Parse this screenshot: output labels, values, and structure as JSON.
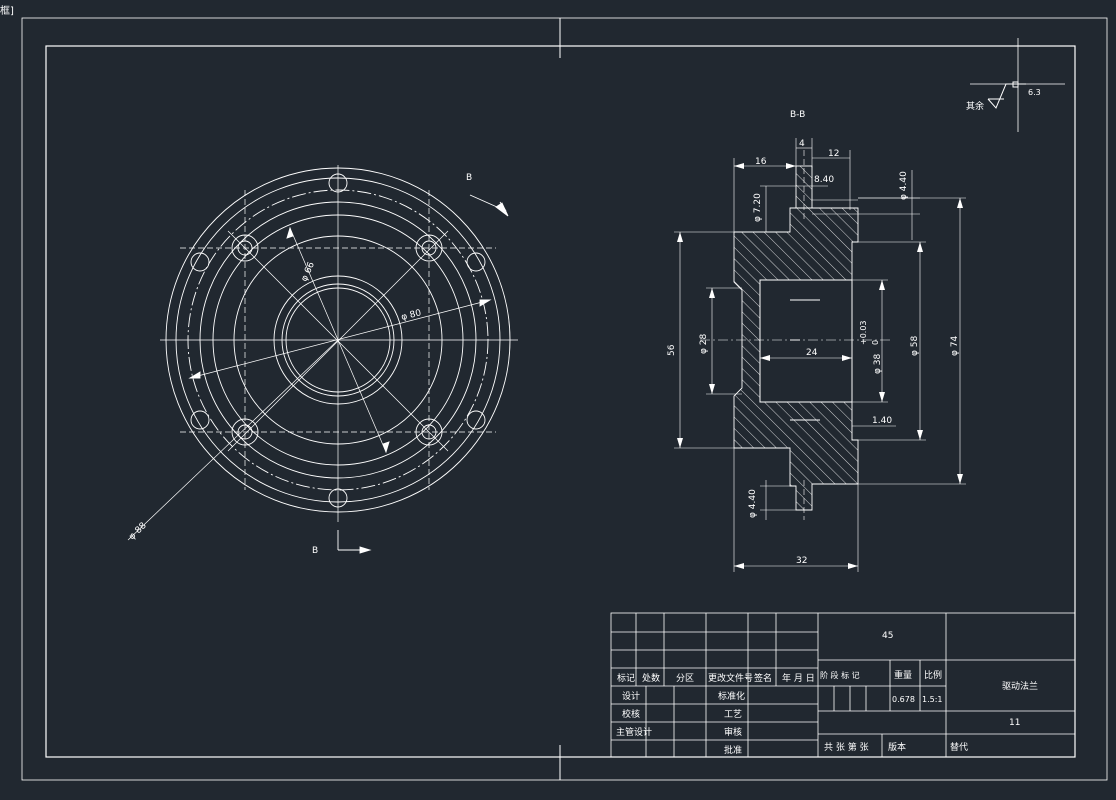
{
  "corner_label": "框]",
  "surface_finish": {
    "label": "其余",
    "value": "6.3"
  },
  "front_view": {
    "cut_letter_top": "B",
    "cut_letter_bottom": "B",
    "dim_phi66": "φ 66",
    "dim_phi80": "φ 80",
    "dim_phi88": "φ 88"
  },
  "section_view": {
    "title": "B-B",
    "dim_4": "4",
    "dim_12": "12",
    "dim_16": "16",
    "dim_8_40": "8.40",
    "dim_phi4_40_top": "φ 4.40",
    "dim_phi7_20": "φ 7.20",
    "dim_56": "56",
    "dim_phi28": "φ 28",
    "dim_24": "24",
    "dim_phi38": "φ 38",
    "dim_tol_upper": "+0.03",
    "dim_tol_lower": "0",
    "dim_phi58": "φ 58",
    "dim_phi74": "φ 74",
    "dim_1_40": "1.40",
    "dim_phi4_40_bottom": "φ 4.40",
    "dim_32": "32"
  },
  "title_block": {
    "material": "45",
    "part_name": "驱动法兰",
    "drawing_no": "11",
    "rev_headers": [
      "标记",
      "处数",
      "分区",
      "更改文件号",
      "签名",
      "年 月 日"
    ],
    "sign_rows": [
      {
        "left": "设计",
        "right": "标准化"
      },
      {
        "left": "校核",
        "right": "工艺"
      },
      {
        "left": "主管设计",
        "right": "审核"
      },
      {
        "left": "",
        "right": "批准"
      }
    ],
    "stage_label": "阶 段 标 记",
    "weight_label": "重量",
    "scale_label": "比例",
    "weight_value": "0.678",
    "scale_value": "1.5:1",
    "sheets_label": "共 张 第 张",
    "version_label": "版本",
    "replace_label": "替代"
  },
  "colors": {
    "background": "#212830",
    "line": "#ffffff"
  }
}
